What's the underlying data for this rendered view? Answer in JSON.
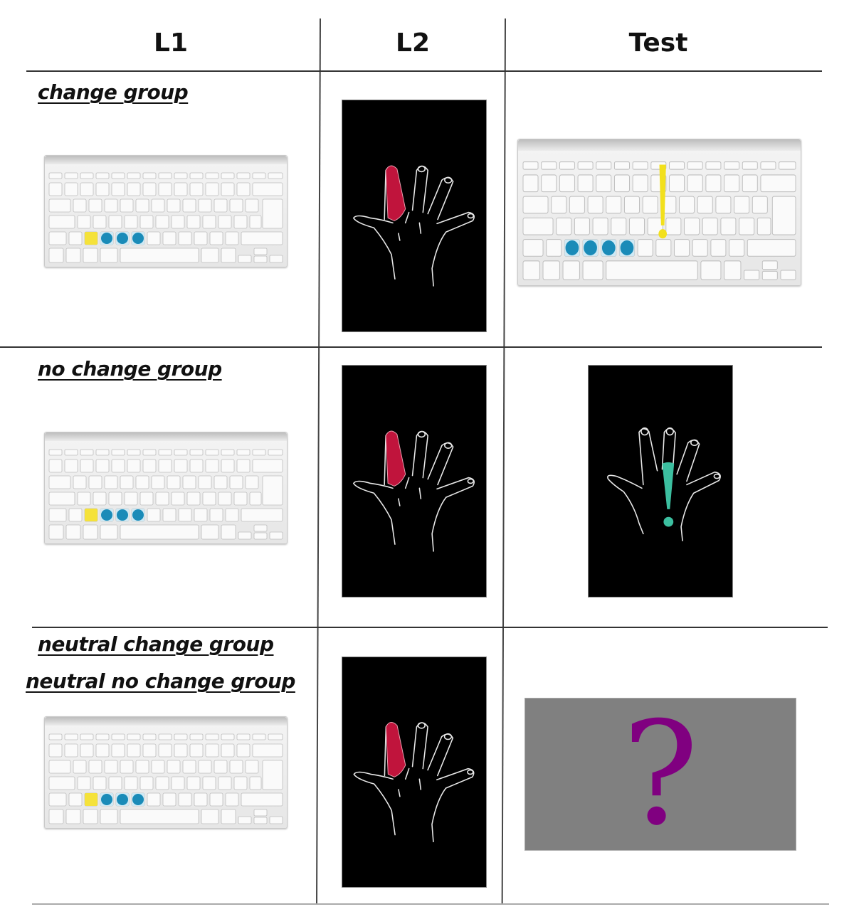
{
  "table": {
    "columns": [
      {
        "label": "L1"
      },
      {
        "label": "L2"
      },
      {
        "label": "Test"
      }
    ],
    "rows": [
      {
        "groups": [
          "change group"
        ],
        "l1": {
          "type": "keyboard",
          "highlight_keys": {
            "yellow": 1,
            "blue": 3
          }
        },
        "l2": {
          "type": "hand",
          "highlighted_finger": "index",
          "finger_color": "#c0143c"
        },
        "test": {
          "type": "keyboard",
          "highlight_keys": {
            "blue": 4
          },
          "cue": "exclamation",
          "cue_color": "#f2e01c"
        }
      },
      {
        "groups": [
          "no change group"
        ],
        "l1": {
          "type": "keyboard",
          "highlight_keys": {
            "yellow": 1,
            "blue": 3
          }
        },
        "l2": {
          "type": "hand",
          "highlighted_finger": "index",
          "finger_color": "#c0143c"
        },
        "test": {
          "type": "hand",
          "cue": "exclamation",
          "cue_color": "#3cbfa0"
        }
      },
      {
        "groups": [
          "neutral change group",
          "neutral no change group"
        ],
        "l1": {
          "type": "keyboard",
          "highlight_keys": {
            "yellow": 1,
            "blue": 3
          }
        },
        "l2": {
          "type": "hand",
          "highlighted_finger": "index",
          "finger_color": "#c0143c"
        },
        "test": {
          "type": "neutral",
          "cue": "?",
          "cue_color": "#800080",
          "background": "#808080"
        }
      }
    ]
  },
  "colors": {
    "yellow_key": "#f5e23a",
    "blue_key": "#1a8bb8",
    "red_finger": "#c0143c",
    "teal_cue": "#3cbfa0",
    "purple_cue": "#800080",
    "grey_panel": "#808080"
  }
}
